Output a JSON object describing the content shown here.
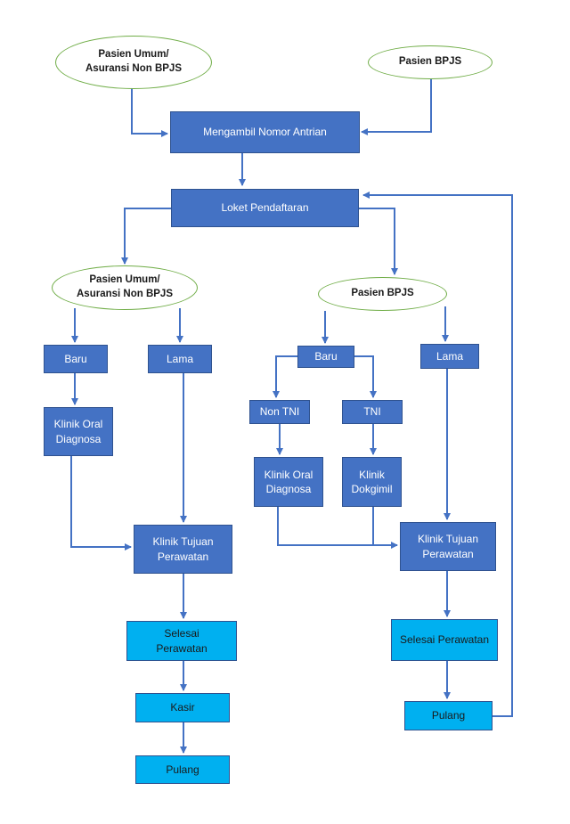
{
  "nodes": {
    "pasien_umum_top": "Pasien Umum/ Asuransi Non BPJS",
    "pasien_bpjs_top": "Pasien BPJS",
    "mengambil_nomor": "Mengambil Nomor Antrian",
    "loket": "Loket Pendaftaran",
    "pasien_umum_mid": "Pasien Umum/ Asuransi Non BPJS",
    "pasien_bpjs_mid": "Pasien BPJS",
    "baru_left": "Baru",
    "lama_left": "Lama",
    "klinik_oral_left": "Klinik Oral Diagnosa",
    "klinik_tujuan_left": "Klinik Tujuan Perawatan",
    "selesai_left": "Selesai Perawatan",
    "kasir": "Kasir",
    "pulang_left": "Pulang",
    "baru_right": "Baru",
    "lama_right": "Lama",
    "non_tni": "Non TNI",
    "tni": "TNI",
    "klinik_oral_right": "Klinik Oral Diagnosa",
    "klinik_dokgimil": "Klinik Dokgimil",
    "klinik_tujuan_right": "Klinik Tujuan Perawatan",
    "selesai_right": "Selesai Perawatan",
    "pulang_right": "Pulang"
  },
  "colors": {
    "box_dark": "#4472c4",
    "box_light": "#00b0f0",
    "oval_border": "#70ad47",
    "arrow": "#4472c4"
  }
}
